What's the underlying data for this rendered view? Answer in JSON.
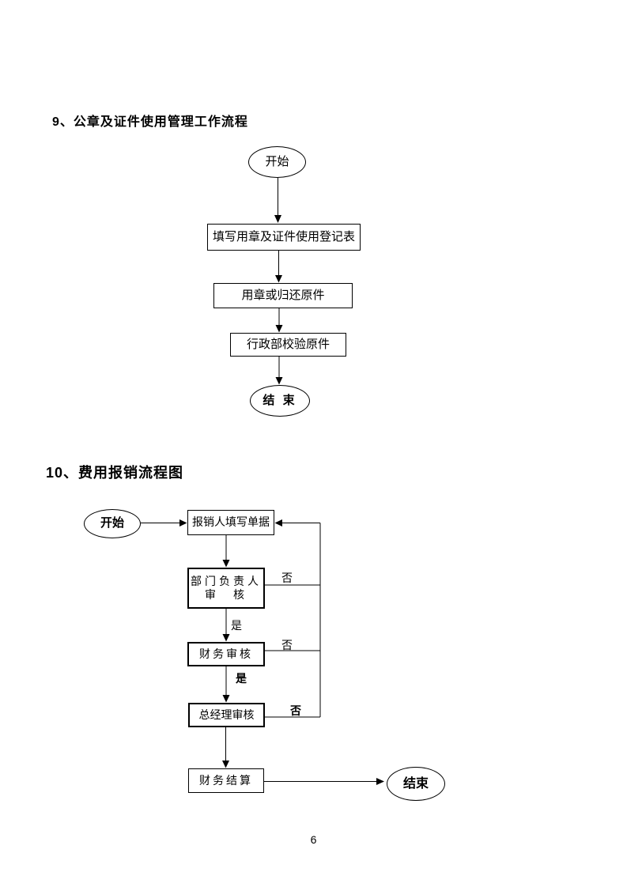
{
  "page": {
    "number": "6"
  },
  "sections": [
    {
      "heading": "9、公章及证件使用管理工作流程",
      "nodes": {
        "start": "开始",
        "step1": "填写用章及证件使用登记表",
        "step2": "用章或归还原件",
        "step3": "行政部校验原件",
        "end": "结 束"
      }
    },
    {
      "heading": "10、费用报销流程图",
      "nodes": {
        "start": "开始",
        "step1": "报销人填写单据",
        "step2_line1": "部门负责人",
        "step2_line2": "审　核",
        "step3": "财务审核",
        "step4": "总经理审核",
        "step5": "财务结算",
        "end": "结束"
      },
      "edge_labels": {
        "no_dept": "否",
        "no_finance": "否",
        "no_gm": "否",
        "yes_dept": "是",
        "yes_finance": "是"
      }
    }
  ],
  "colors": {
    "ink": "#000000",
    "paper": "#ffffff"
  }
}
